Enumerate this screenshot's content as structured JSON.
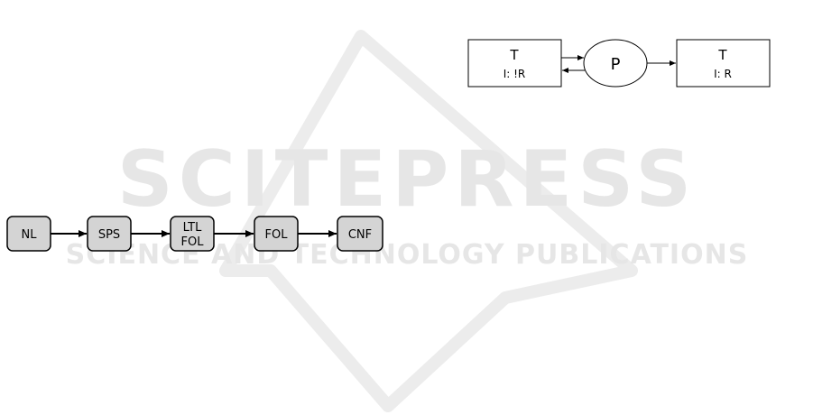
{
  "watermark": {
    "title": "SCITEPRESS",
    "subtitle": "SCIENCE AND TECHNOLOGY PUBLICATIONS",
    "color": "#e8e8e8"
  },
  "pipeline": {
    "nodes": [
      {
        "id": "nl",
        "lines": [
          "NL"
        ]
      },
      {
        "id": "sps",
        "lines": [
          "SPS"
        ]
      },
      {
        "id": "ltl-fol",
        "lines": [
          "LTL",
          "FOL"
        ]
      },
      {
        "id": "fol",
        "lines": [
          "FOL"
        ]
      },
      {
        "id": "cnf",
        "lines": [
          "CNF"
        ]
      }
    ],
    "fill": "#d4d4d4"
  },
  "petri": {
    "left_transition": {
      "name": "T",
      "label": "I: !R"
    },
    "place": {
      "name": "P"
    },
    "right_transition": {
      "name": "T",
      "label": "I: R"
    }
  }
}
